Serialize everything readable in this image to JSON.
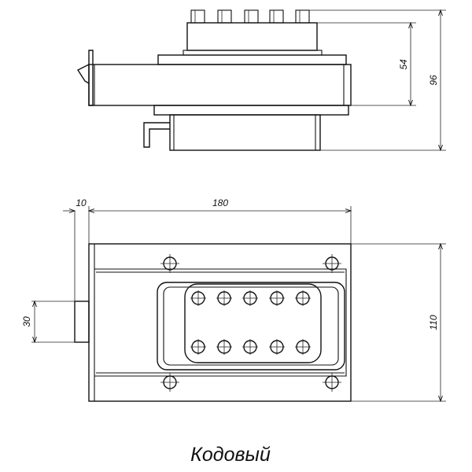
{
  "drawing": {
    "caption": "Кодовый",
    "dimensions": {
      "top_height_inner": "54",
      "top_height_total": "96",
      "bottom_offset": "10",
      "bottom_width": "180",
      "bottom_height": "110",
      "bolt_width": "30"
    },
    "keypad": {
      "buttons_per_row": 5,
      "rows": 2
    }
  }
}
